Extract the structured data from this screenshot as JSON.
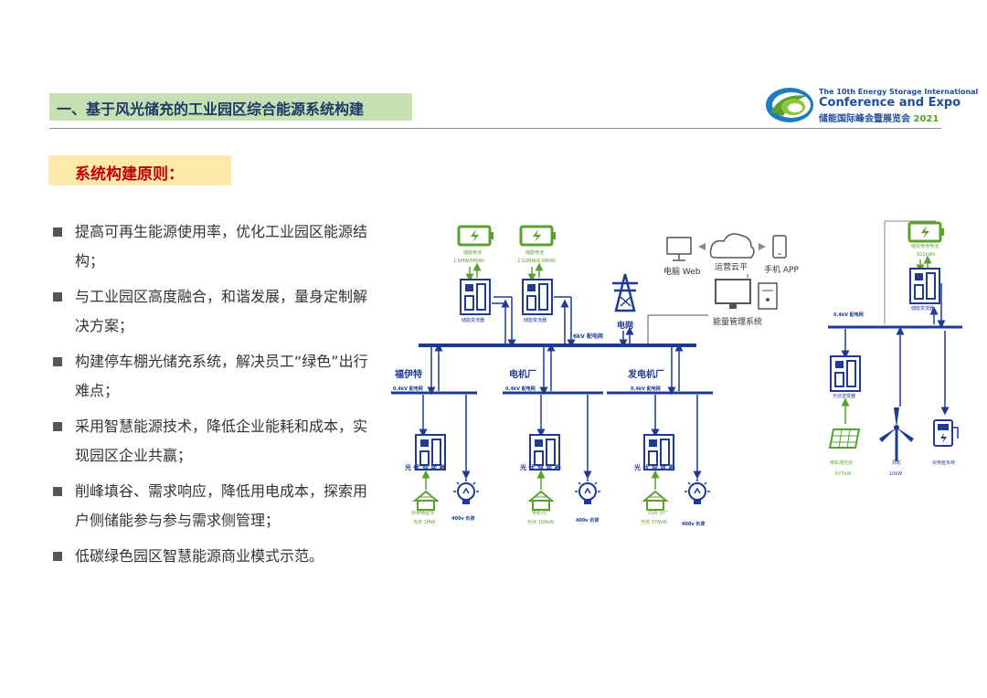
{
  "header": {
    "title": "一、基于风光储充的工业园区综合能源系统构建",
    "logo_line1": "The 10th Energy Storage International",
    "logo_line2": "Conference and Expo",
    "logo_line3_cn": "储能国际峰会暨展览会",
    "logo_line3_year": "2021"
  },
  "subtitle": "系统构建原则：",
  "bullets": [
    "提高可再生能源使用率，优化工业园区能源结构；",
    "与工业园区高度融合，和谐发展，量身定制解决方案；",
    "构建停车棚光储充系统，解决员工“绿色”出行难点；",
    "采用智慧能源技术，降低企业能耗和成本，实现园区企业共赢；",
    "削峰填谷、需求响应，降低用电成本，探索用户侧储能参与参与需求侧管理；",
    "低碳绿色园区智慧能源商业模式示范。"
  ],
  "diagram": {
    "battery1_label": "储能电池",
    "battery1_spec": "1.5MW/6MWh",
    "battery2_label": "储能电池",
    "battery2_spec": "2.52MW/6.6MWh",
    "pcs1_label": "储能变流器",
    "pcs2_label": "储能变流器",
    "grid_label": "电网",
    "bus_6kv": "6kV 配电网",
    "web_label": "电脑 Web",
    "cloud_label": "运营云平",
    "app_label": "手机 APP",
    "ems_label": "能量管理系统",
    "plant1_label": "福伊特",
    "plant2_label": "电机厂",
    "plant3_label": "发电机厂",
    "bus_04kv_1": "0.4kV 配电网",
    "bus_04kv_2": "0.4kV 配电网",
    "bus_04kv_3": "0.4kV 配电网",
    "inv1_label": "光 伏 逆 变 器",
    "inv2_label": "光 伏 逆 变 器",
    "inv3_label": "光 伏 逆 变 器",
    "pv1_name": "伏伊特屋顶",
    "pv1_power": "光伏 1MW",
    "pv2_name": "电机分厂",
    "pv2_power": "光伏 100kW",
    "pv3_name": "GVR 分厂",
    "pv3_power": "光伏 376kW",
    "load1": "400v 负荷",
    "load2": "400v 负荷",
    "load3": "400v 负荷",
    "right_battery_label": "储充电池电池",
    "right_battery_spec": "921kWh",
    "right_pcs_label": "储能变流器",
    "right_bus": "0.4kV 配电网",
    "right_inv_label": "光伏逆变器",
    "carport_pv": "停车场光伏",
    "carport_power": "577kW",
    "wind_label": "风机",
    "wind_power": "10kW",
    "charger_label": "充电桩负荷"
  },
  "colors": {
    "title_bg": "#c6e0b4",
    "title_text": "#1f3864",
    "subtitle_bg": "#fde9a9",
    "subtitle_text": "#c00000",
    "bus_line": "#1f3a93",
    "green": "#5aa02c"
  }
}
